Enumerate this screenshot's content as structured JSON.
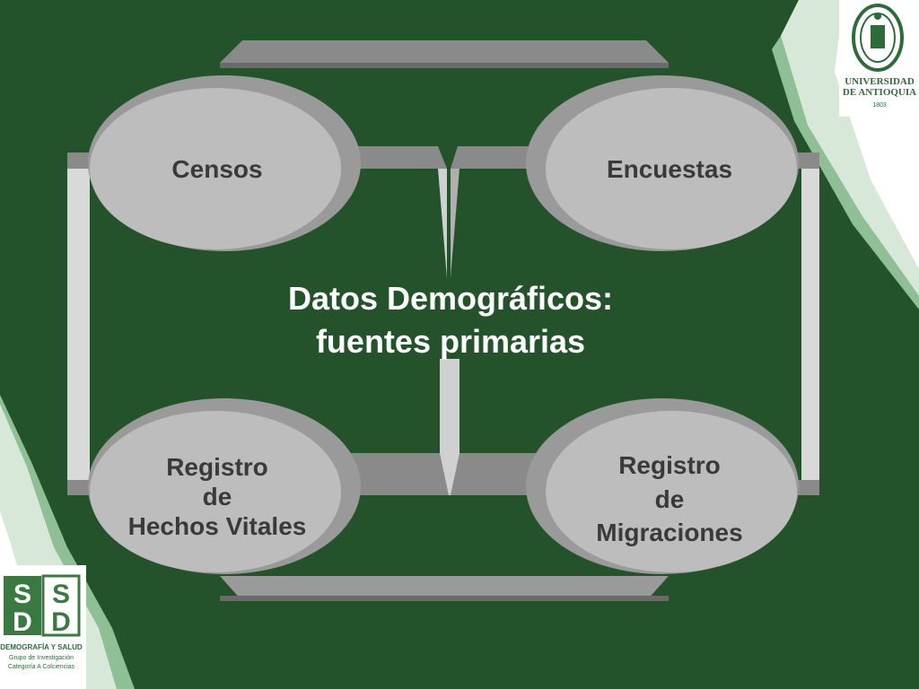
{
  "slide": {
    "title_line1": "Datos Demográficos:",
    "title_line2": "fuentes primarias",
    "colors": {
      "background": "#24532b",
      "frame": "#7f7f7f",
      "oval": "#bdbdbd",
      "oval_text": "#3a3a3a",
      "title_text": "#ffffff"
    }
  },
  "nodes": {
    "censos": {
      "label": "Censos"
    },
    "encuestas": {
      "label": "Encuestas"
    },
    "registro_vitales": {
      "line1": "Registro",
      "line2": "de",
      "line3": "Hechos Vitales"
    },
    "registro_migraciones": {
      "line1": "Registro",
      "line2": "de",
      "line3": "Migraciones"
    }
  },
  "logos": {
    "udea": {
      "line1": "UNIVERSIDAD",
      "line2": "DE ANTIOQUIA",
      "year": "1803"
    },
    "sd": {
      "line1": "DEMOGRAFÍA Y SALUD",
      "line2": "Grupo de Investigación",
      "line3": "Categoría A Colciencias"
    }
  }
}
